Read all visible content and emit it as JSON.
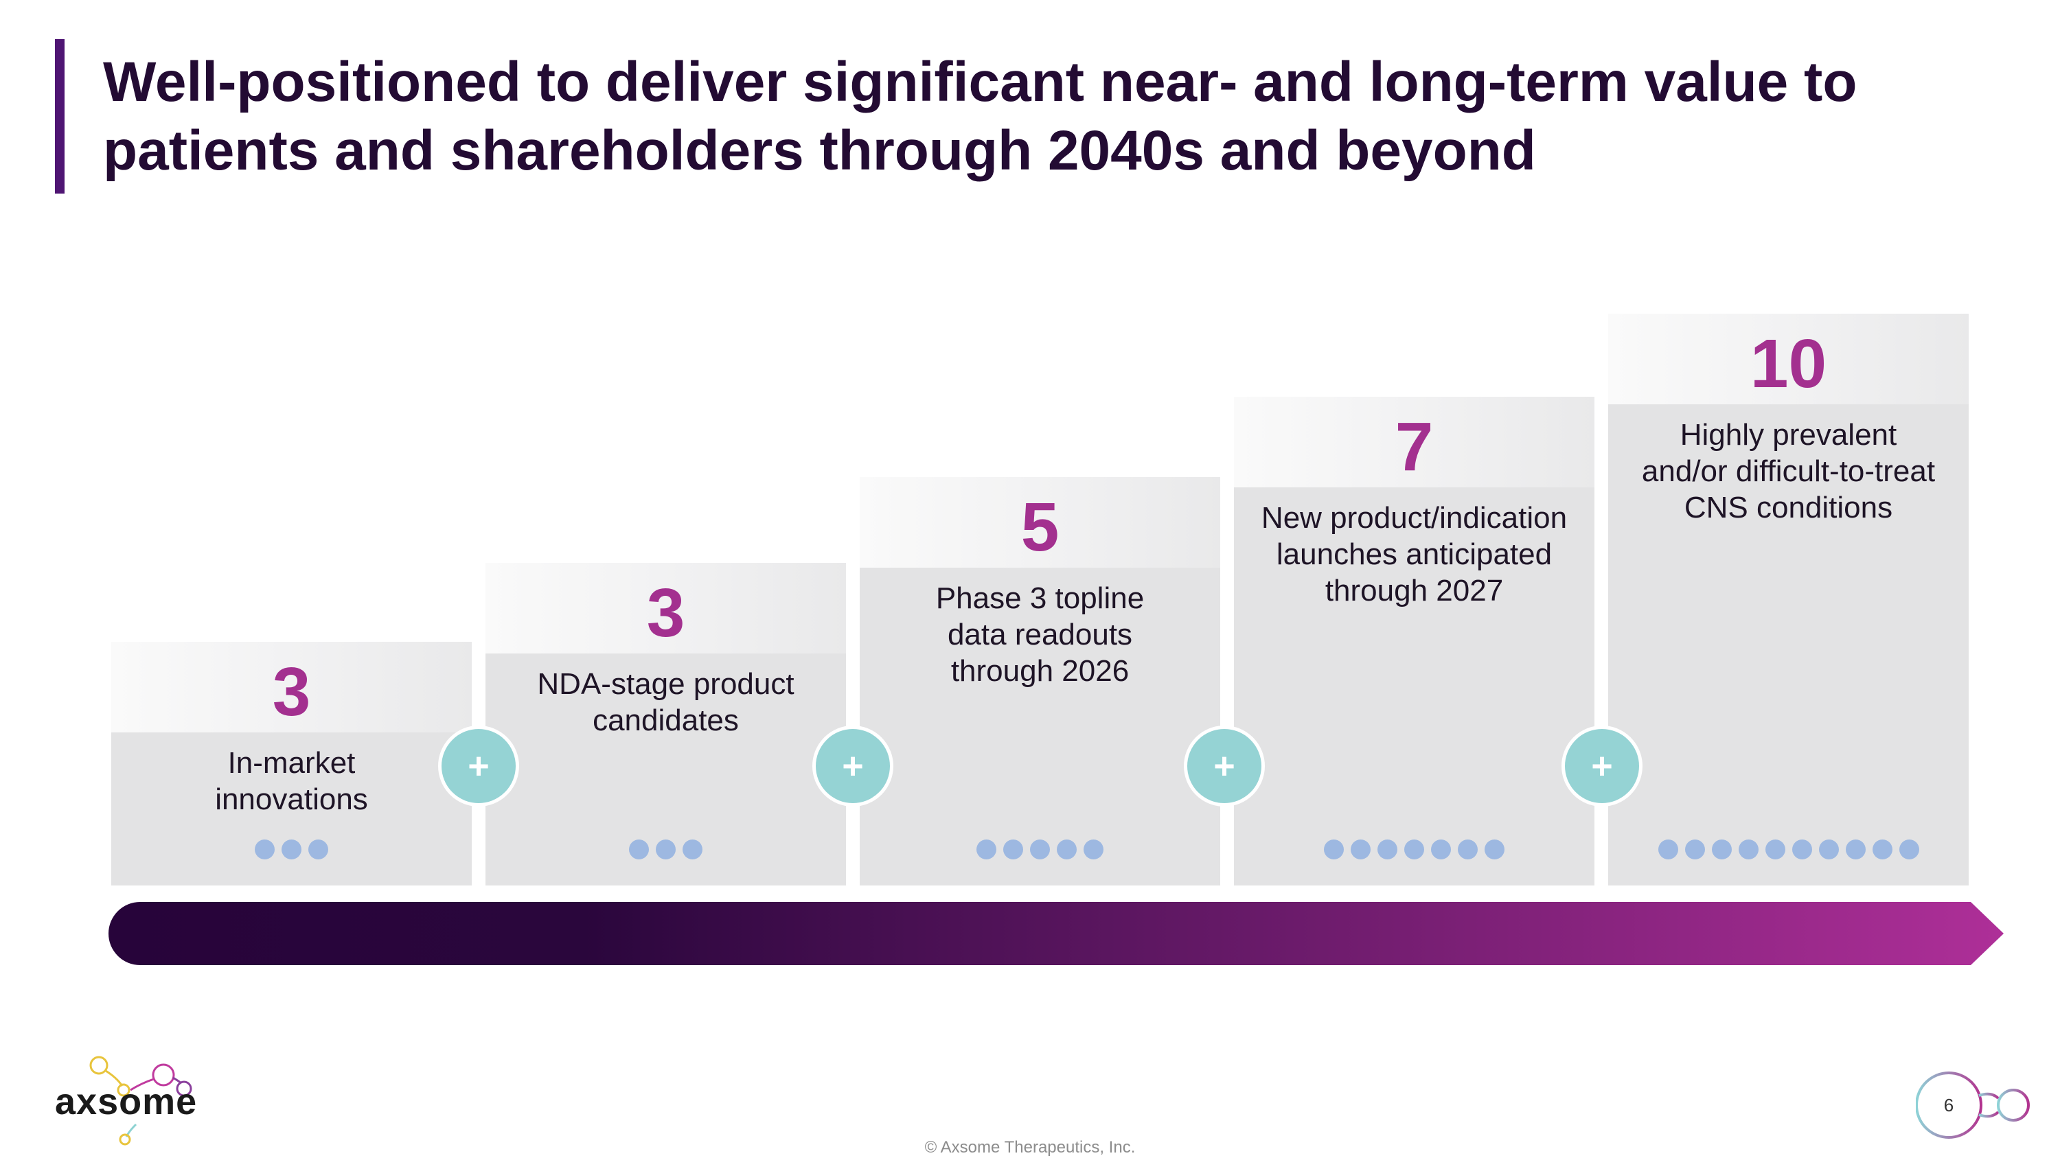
{
  "slide": {
    "title_line1": "Well-positioned to deliver significant near- and long-term value to",
    "title_line2": "patients and shareholders through 2040s and beyond"
  },
  "steps": [
    {
      "number": "3",
      "label_lines": [
        "In-market",
        "innovations"
      ],
      "dot_count": 3
    },
    {
      "number": "3",
      "label_lines": [
        "NDA-stage product",
        "candidates"
      ],
      "dot_count": 3
    },
    {
      "number": "5",
      "label_lines": [
        "Phase 3 topline",
        "data readouts",
        "through 2026"
      ],
      "dot_count": 5
    },
    {
      "number": "7",
      "label_lines": [
        "New product/indication",
        "launches anticipated",
        "through 2027"
      ],
      "dot_count": 7
    },
    {
      "number": "10",
      "label_lines": [
        "Highly prevalent",
        "and/or difficult-to-treat",
        "CNS conditions"
      ],
      "dot_count": 10
    }
  ],
  "connector_symbol": "+",
  "footer": {
    "logo_text": "axsome",
    "copyright": "© Axsome Therapeutics, Inc.",
    "page_number": "6"
  },
  "colors": {
    "title": "#230b33",
    "accent_bar": "#4f1573",
    "number": "#a3308f",
    "card": "#e3e3e4",
    "dot": "#9db8e1",
    "plus_circle": "#95d3d4",
    "arrow_start": "#27043a",
    "arrow_end": "#ae2f98"
  },
  "icons": {
    "connector": "plus-icon",
    "progression": "gradient-arrow",
    "logo": "axsome-molecule-logo",
    "page_badge": "molecule-page-badge"
  }
}
